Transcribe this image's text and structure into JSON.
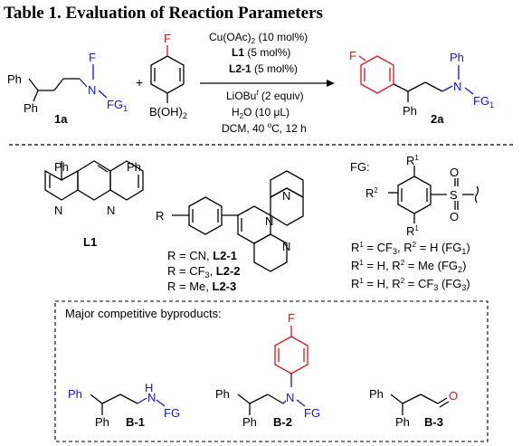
{
  "table": {
    "title": "Table 1. Evaluation of Reaction Parameters"
  },
  "scheme": {
    "reagent_prefix": "+",
    "substrate_label": "1a",
    "product_label": "2a",
    "boronic_group": "B(OH)",
    "boronic_sub": "2",
    "fluoro": "F",
    "conditions": {
      "catalyst_a": "Cu(OAc)",
      "catalyst_sub": "2",
      "catalyst_b": " (10 mol%)",
      "ligand1_bold": "L1",
      "ligand1_rest": " (5 mol%)",
      "ligand2_bold": "L2-1",
      "ligand2_rest": " (5 mol%)",
      "base_a": "LiOBu",
      "base_sup": "t",
      "base_b": " (2 equiv)",
      "water_a": "H",
      "water_sub": "2",
      "water_b": "O (10 μL)",
      "solvent_a": "DCM, 40 ",
      "solvent_sup": "o",
      "solvent_b": "C, 12 h"
    }
  },
  "atoms": {
    "ph": "Ph",
    "n": "N",
    "f": "F",
    "fg": "FG",
    "fg1_sub": "1",
    "h": "H",
    "o": "O",
    "s": "S",
    "r": "R"
  },
  "ligands": {
    "l1_label": "L1",
    "rows": [
      {
        "prefix": "R = CN, ",
        "bold": "L2-1"
      },
      {
        "prefix": "R = CF",
        "sub": "3",
        "mid": ", ",
        "bold": "L2-2"
      },
      {
        "prefix": "R = Me, ",
        "bold": "L2-3"
      }
    ]
  },
  "fg": {
    "label": "FG:",
    "r1": "R",
    "r1_sup": "1",
    "r2": "R",
    "r2_sup": "2",
    "defs": [
      {
        "r1": "CF",
        "r1_sub": "3",
        "r2": "H",
        "fg_sub": "1"
      },
      {
        "r1": "H",
        "r2": "Me",
        "fg_sub": "2"
      },
      {
        "r1": "H",
        "r2": "CF",
        "r2_sub": "3",
        "fg_sub": "3"
      }
    ]
  },
  "byproducts": {
    "header": "Major competitive byproducts:",
    "labels": [
      "B-1",
      "B-2",
      "B-3"
    ]
  }
}
